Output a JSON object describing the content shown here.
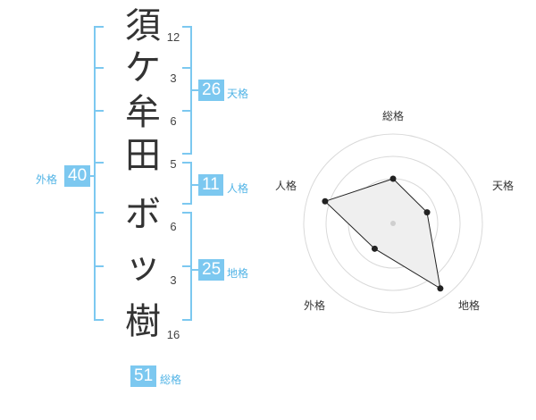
{
  "name_chars": [
    "須",
    "ケ",
    "牟",
    "田",
    "ボ",
    "ッ",
    "樹"
  ],
  "stroke_counts": [
    "12",
    "3",
    "6",
    "5",
    "6",
    "3",
    "16"
  ],
  "grades": {
    "tenkaku": {
      "value": "26",
      "label": "天格"
    },
    "jinkaku": {
      "value": "11",
      "label": "人格"
    },
    "chikaku": {
      "value": "25",
      "label": "地格"
    },
    "gaikaku": {
      "value": "40",
      "label": "外格"
    },
    "soukaku": {
      "value": "51",
      "label": "総格"
    }
  },
  "colors": {
    "accent": "#7cc8f0",
    "label": "#52b4e6",
    "text": "#333333"
  },
  "radar": {
    "axis_labels": [
      "総格",
      "天格",
      "地格",
      "外格",
      "人格"
    ],
    "values": [
      0.5,
      0.4,
      0.9,
      0.35,
      0.8
    ],
    "scale_rings": 4
  }
}
